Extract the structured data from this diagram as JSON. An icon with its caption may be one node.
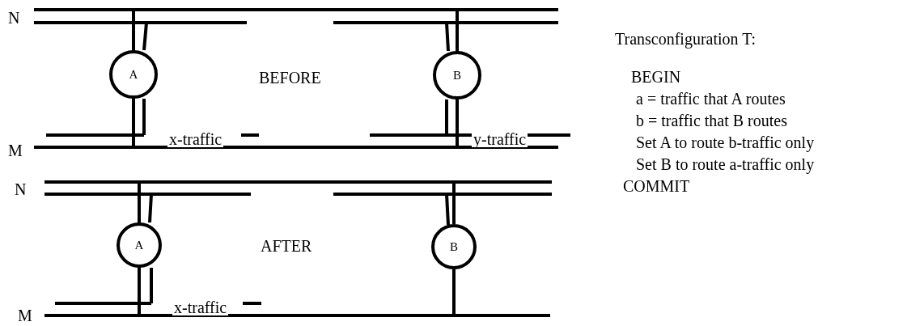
{
  "diagram": {
    "nodes": [
      {
        "text": [
          "A"
        ]
      },
      {
        "text": [
          "B"
        ]
      },
      {
        "text": [
          "A"
        ]
      },
      {
        "text": [
          "B"
        ]
      }
    ],
    "labels": [
      "N",
      "BEFORE",
      "M",
      "x-traffic",
      "y-traffic",
      "N",
      "AFTER",
      "M",
      "x-traffic",
      "Transconfiguration T:",
      "BEGIN",
      "a = traffic that A routes",
      "b = traffic that B routes",
      "Set A to route b-traffic only",
      "Set B to route a-traffic only",
      "COMMIT"
    ]
  }
}
